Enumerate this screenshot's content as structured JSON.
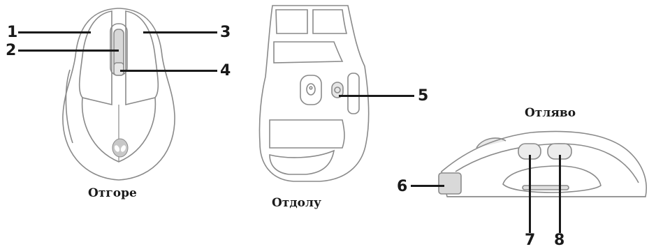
{
  "views": {
    "top": {
      "caption": "Отгоре"
    },
    "bottom": {
      "caption": "Отдолу"
    },
    "left": {
      "caption": "Отляво"
    }
  },
  "callouts": {
    "c1": "1",
    "c2": "2",
    "c3": "3",
    "c4": "4",
    "c5": "5",
    "c6": "6",
    "c7": "7",
    "c8": "8"
  },
  "colors": {
    "outline": "#8a8a8a",
    "leader": "#1a1a1a",
    "background": "#ffffff"
  }
}
